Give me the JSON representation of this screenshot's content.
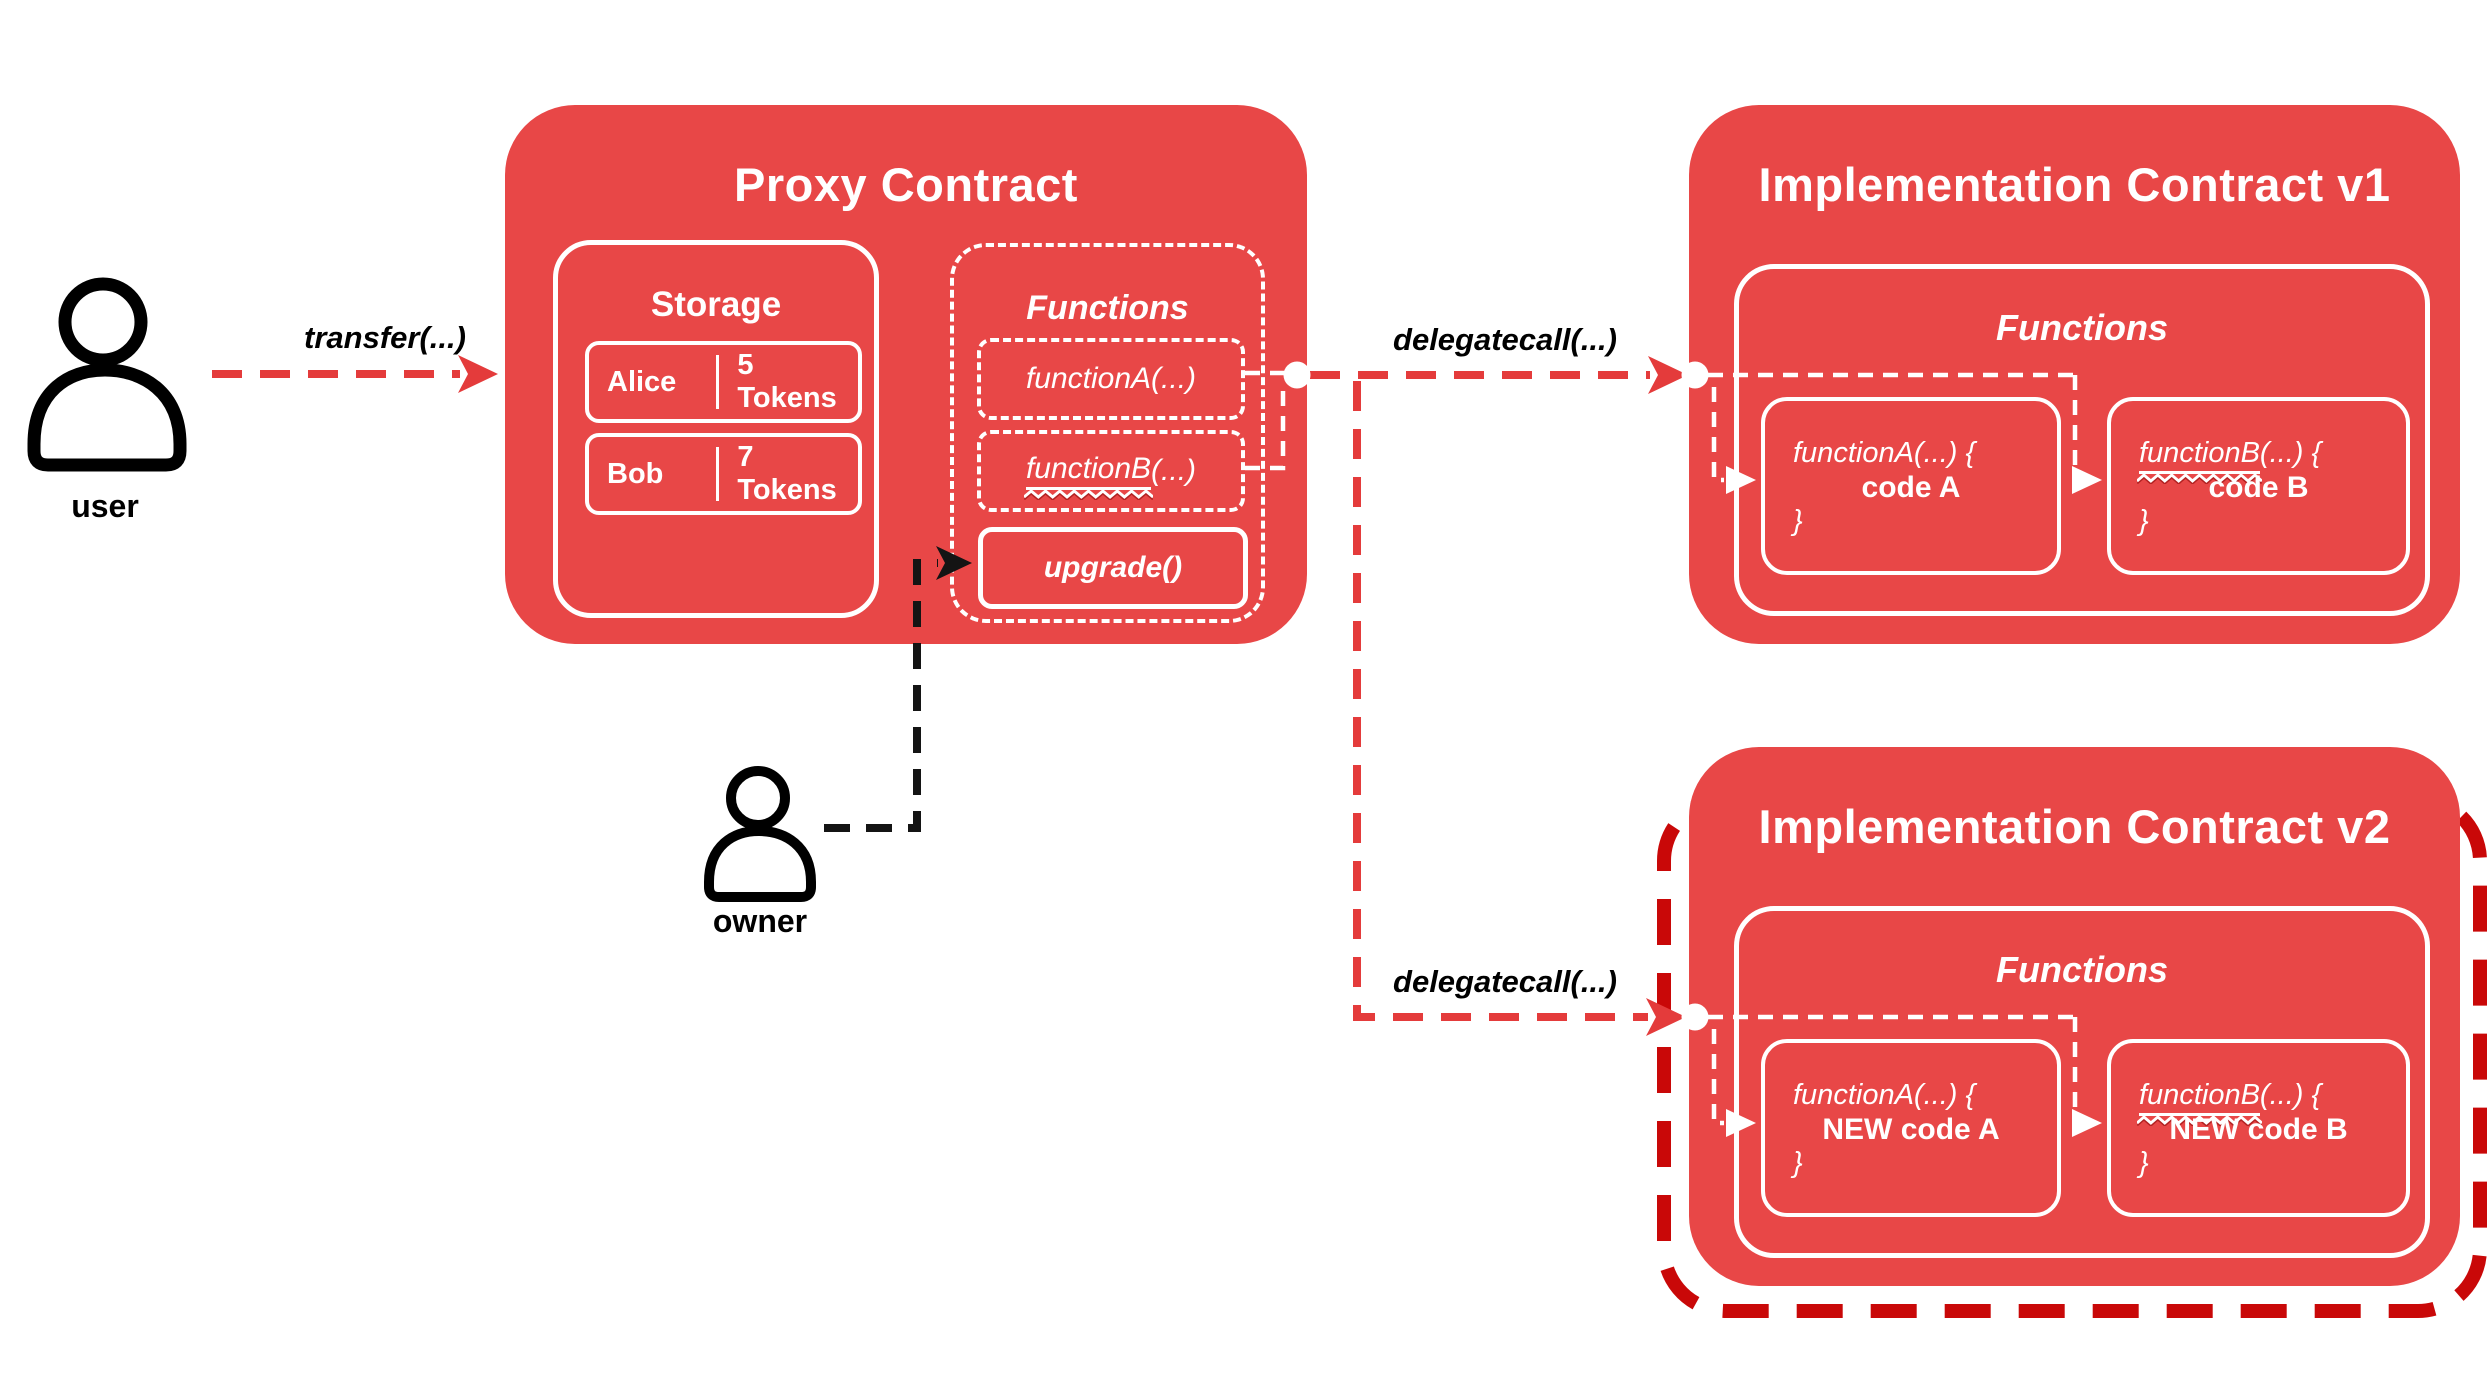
{
  "colors": {
    "contract_red": "#e84747",
    "connector_red": "#e43b3b",
    "upgrade_highlight_red": "#c90808",
    "connector_black": "#141414",
    "white": "#ffffff"
  },
  "actors": {
    "user": {
      "label": "user"
    },
    "owner": {
      "label": "owner"
    }
  },
  "labels": {
    "transfer": "transfer(...)",
    "delegatecall_v1": "delegatecall(...)",
    "delegatecall_v2": "delegatecall(...)"
  },
  "proxy": {
    "title": "Proxy Contract",
    "storage": {
      "title": "Storage",
      "rows": [
        {
          "name": "Alice",
          "value": "5 Tokens"
        },
        {
          "name": "Bob",
          "value": "7 Tokens"
        }
      ]
    },
    "functions": {
      "title": "Functions",
      "functionA": {
        "fn": "functionA",
        "args": "(...)"
      },
      "functionB": {
        "fn": "functionB",
        "args": "(...)"
      },
      "upgrade": "upgrade()"
    }
  },
  "impl_v1": {
    "title": "Implementation Contract v1",
    "functions_title": "Functions",
    "functionA": {
      "fn": "functionA",
      "args": "(...) {",
      "body": "code A",
      "close": "}"
    },
    "functionB": {
      "fn": "functionB",
      "args": "(...) {",
      "body": "code B",
      "close": "}"
    }
  },
  "impl_v2": {
    "title": "Implementation Contract v2",
    "functions_title": "Functions",
    "functionA": {
      "fn": "functionA",
      "args": "(...) {",
      "body": "NEW code A",
      "close": "}"
    },
    "functionB": {
      "fn": "functionB",
      "args": "(...) {",
      "body": "NEW code B",
      "close": "}"
    }
  }
}
